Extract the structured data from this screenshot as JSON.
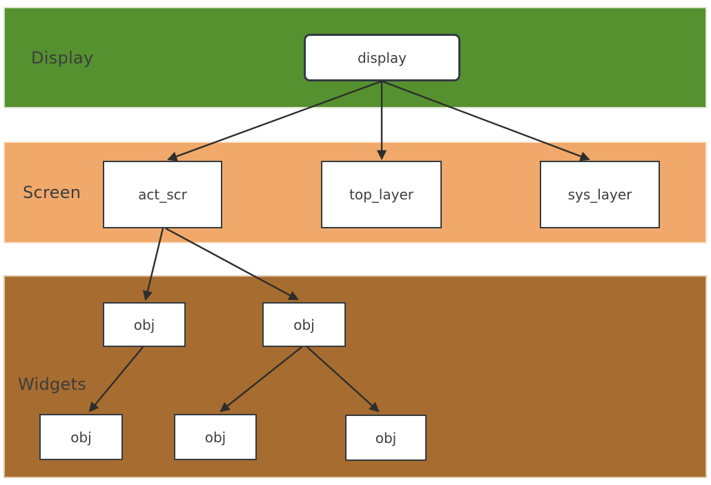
{
  "diagram": {
    "bands": [
      {
        "id": "display",
        "label": "Display",
        "color": "#55912f",
        "border_color": "#d9e5cd"
      },
      {
        "id": "screen",
        "label": "Screen",
        "color": "#f0a96a",
        "border_color": "#fae4cd"
      },
      {
        "id": "widgets",
        "label": "Widgets",
        "color": "#a76c30",
        "border_color": "#e2c9ab"
      }
    ],
    "nodes": {
      "display": {
        "label": "display",
        "band": "Display",
        "shape": "rounded-rect"
      },
      "act_scr": {
        "label": "act_scr",
        "band": "Screen",
        "shape": "rect"
      },
      "top_layer": {
        "label": "top_layer",
        "band": "Screen",
        "shape": "rect"
      },
      "sys_layer": {
        "label": "sys_layer",
        "band": "Screen",
        "shape": "rect"
      },
      "obj_a": {
        "label": "obj",
        "band": "Widgets",
        "shape": "rect"
      },
      "obj_b": {
        "label": "obj",
        "band": "Widgets",
        "shape": "rect"
      },
      "obj_c": {
        "label": "obj",
        "band": "Widgets",
        "shape": "rect"
      },
      "obj_d": {
        "label": "obj",
        "band": "Widgets",
        "shape": "rect"
      },
      "obj_e": {
        "label": "obj",
        "band": "Widgets",
        "shape": "rect"
      }
    },
    "edges": [
      {
        "from": "display",
        "to": "act_scr"
      },
      {
        "from": "display",
        "to": "top_layer"
      },
      {
        "from": "display",
        "to": "sys_layer"
      },
      {
        "from": "act_scr",
        "to": "obj_a"
      },
      {
        "from": "act_scr",
        "to": "obj_b"
      },
      {
        "from": "obj_a",
        "to": "obj_c"
      },
      {
        "from": "obj_b",
        "to": "obj_d"
      },
      {
        "from": "obj_b",
        "to": "obj_e"
      }
    ],
    "colors": {
      "node_fill": "#ffffff",
      "node_border": "#333a40",
      "edge": "#2d2d2d",
      "text": "#3d3d3d"
    }
  }
}
